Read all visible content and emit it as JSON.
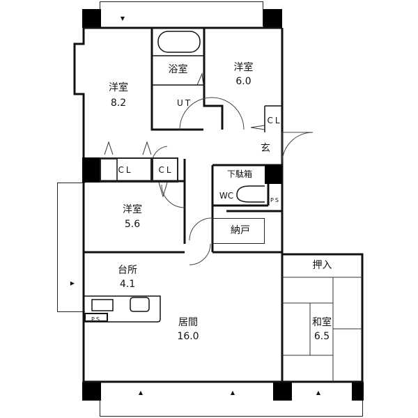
{
  "floorplan": {
    "rooms": [
      {
        "id": "western-room-1",
        "name": "洋室",
        "size": "8.2"
      },
      {
        "id": "bathroom",
        "name": "浴室"
      },
      {
        "id": "western-room-2",
        "name": "洋室",
        "size": "6.0"
      },
      {
        "id": "utility",
        "name": "UT"
      },
      {
        "id": "closet-1",
        "name": "CL"
      },
      {
        "id": "closet-2",
        "name": "CL"
      },
      {
        "id": "closet-3",
        "name": "CL"
      },
      {
        "id": "entrance",
        "name": "玄"
      },
      {
        "id": "shoe-cabinet",
        "name": "下駄箱"
      },
      {
        "id": "toilet",
        "name": "WC"
      },
      {
        "id": "pipe-space-1",
        "name": "PS"
      },
      {
        "id": "western-room-3",
        "name": "洋室",
        "size": "5.6"
      },
      {
        "id": "storage",
        "name": "納戸"
      },
      {
        "id": "kitchen",
        "name": "台所",
        "size": "4.1"
      },
      {
        "id": "pipe-space-2",
        "name": "PS"
      },
      {
        "id": "living",
        "name": "居間",
        "size": "16.0"
      },
      {
        "id": "closet-oshiire",
        "name": "押入"
      },
      {
        "id": "japanese-room",
        "name": "和室",
        "size": "6.5"
      }
    ]
  }
}
